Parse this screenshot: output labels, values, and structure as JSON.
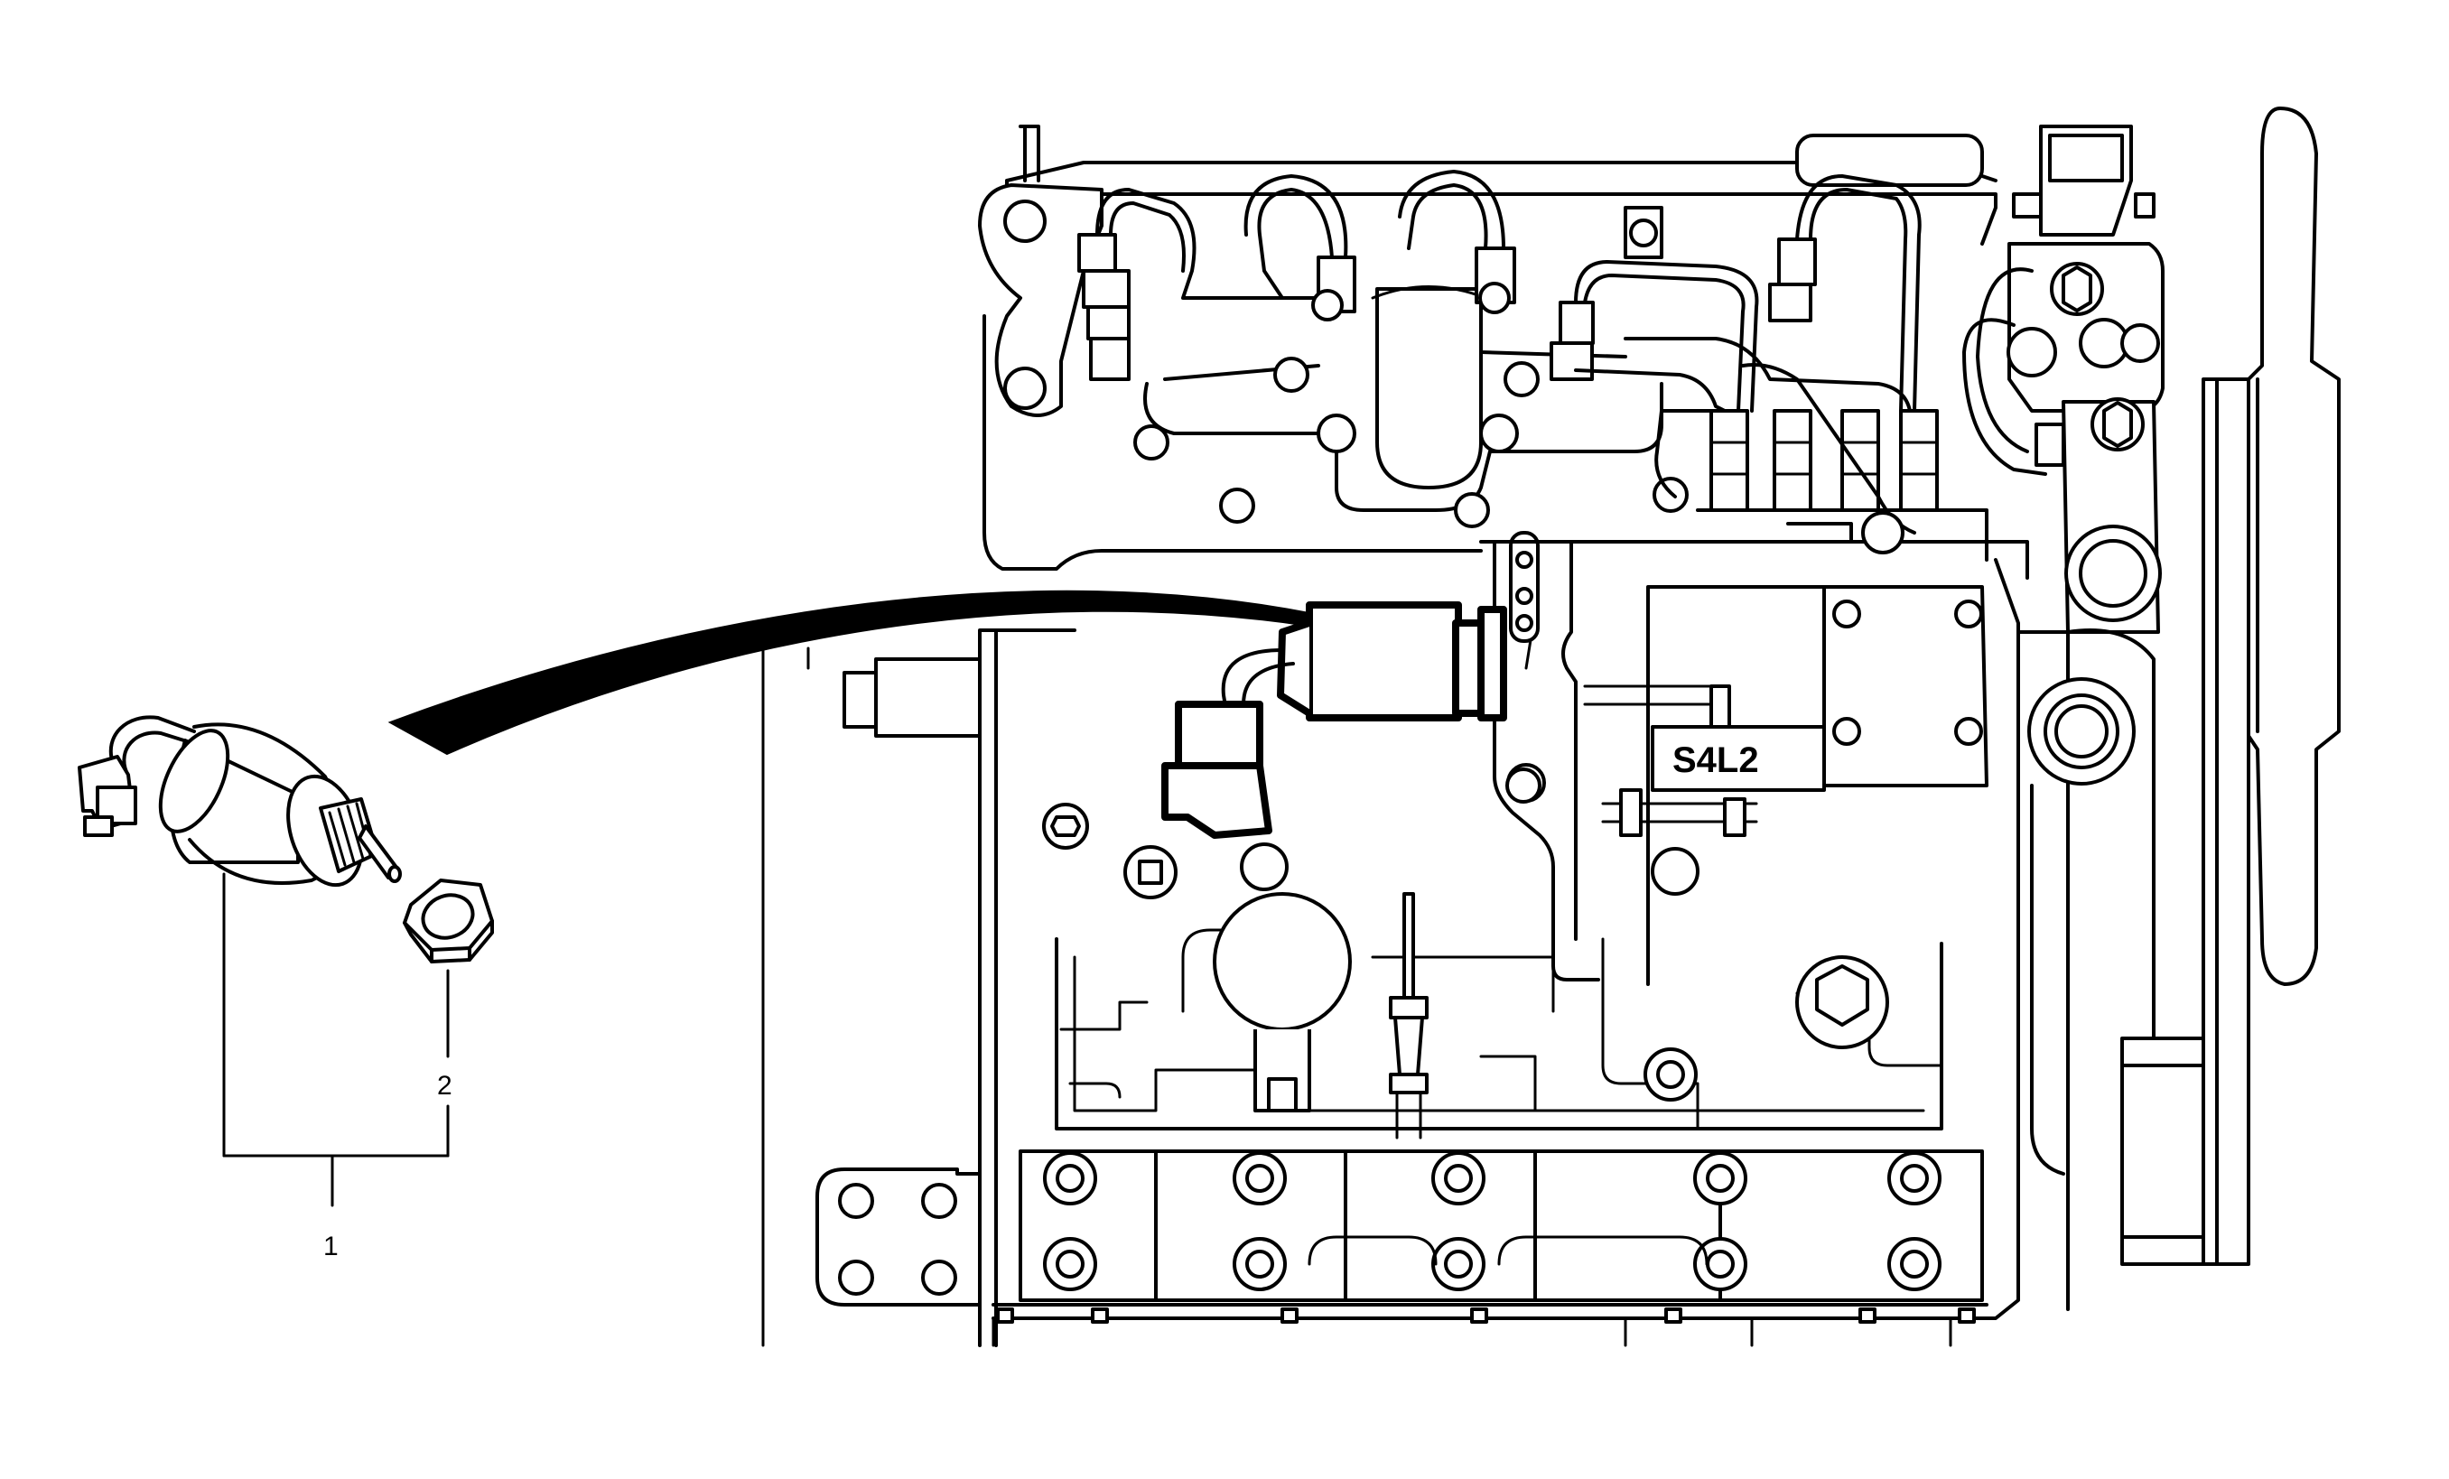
{
  "diagram": {
    "engine_code": "S4L2",
    "callouts": [
      {
        "id": "1",
        "label": "1"
      },
      {
        "id": "2",
        "label": "2"
      }
    ],
    "parts": [
      {
        "callout": "1",
        "icon": "solenoid-icon"
      },
      {
        "callout": "2",
        "icon": "hex-nut-icon"
      }
    ],
    "colors": {
      "line": "#000000",
      "background": "#ffffff"
    }
  }
}
